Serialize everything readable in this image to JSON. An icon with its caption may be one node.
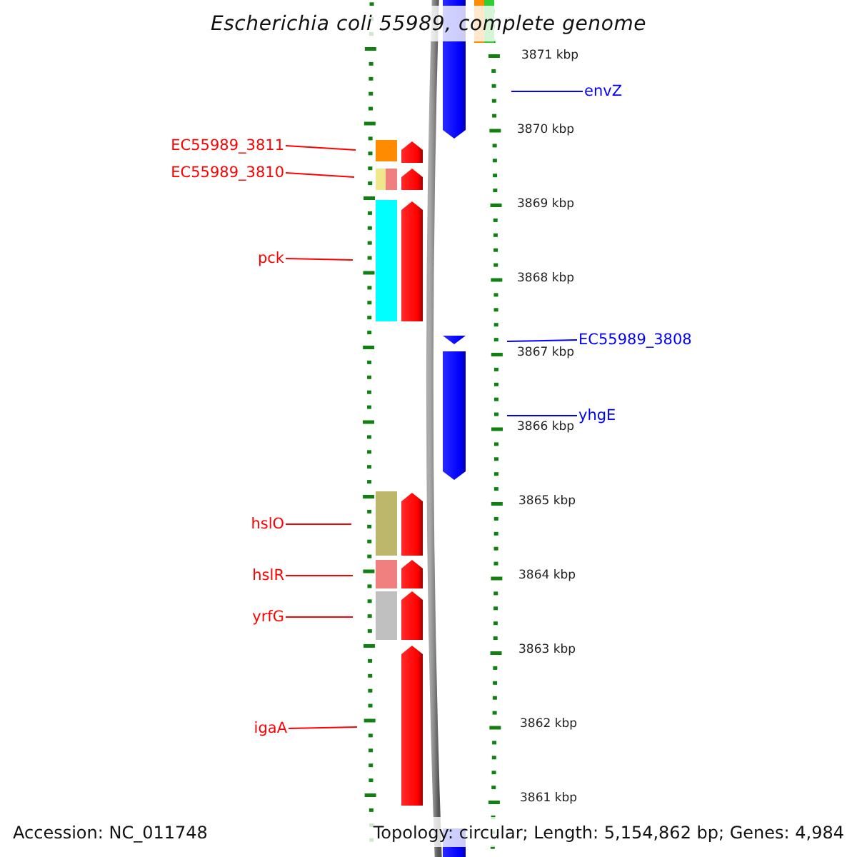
{
  "diagram": {
    "title": "Escherichia coli 55989, complete genome",
    "nodes": [
      {
        "text": [
          "envZ"
        ]
      },
      {
        "text": [
          "EC55989_3811"
        ]
      },
      {
        "text": [
          "EC55989_3810"
        ]
      },
      {
        "text": [
          "pck"
        ]
      },
      {
        "text": [
          "EC55989_3808"
        ]
      },
      {
        "text": [
          "yhgE"
        ]
      },
      {
        "text": [
          "hslO"
        ]
      },
      {
        "text": [
          "hslR"
        ]
      },
      {
        "text": [
          "yrfG"
        ]
      },
      {
        "text": [
          "igaA"
        ]
      }
    ],
    "edges": [
      {
        "from": 0,
        "to": null,
        "arrow": "none",
        "color": "#0000ff"
      },
      {
        "from": 1,
        "to": null,
        "arrow": "none"
      },
      {
        "from": 2,
        "to": null,
        "arrow": "none"
      },
      {
        "from": 3,
        "to": null,
        "arrow": "none"
      },
      {
        "from": 4,
        "to": null,
        "arrow": "none",
        "color": "#0000ff"
      },
      {
        "from": 5,
        "to": null,
        "arrow": "none",
        "color": "#0000ff"
      },
      {
        "from": 6,
        "to": null,
        "arrow": "none"
      },
      {
        "from": 7,
        "to": null,
        "arrow": "none"
      },
      {
        "from": 8,
        "to": null,
        "arrow": "none"
      },
      {
        "from": 9,
        "to": null,
        "arrow": "none"
      }
    ],
    "labels": [
      "3871 kbp",
      "3870 kbp",
      "3869 kbp",
      "3868 kbp",
      "3867 kbp",
      "3866 kbp",
      "3865 kbp",
      "3864 kbp",
      "3863 kbp",
      "3862 kbp",
      "3861 kbp",
      "Accession: NC_011748",
      "Topology: circular; Length: 5,154,862 bp; Genes: 4,984"
    ]
  }
}
